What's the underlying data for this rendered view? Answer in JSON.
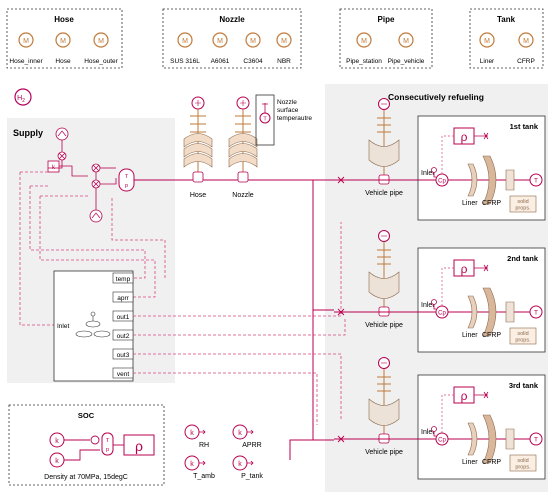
{
  "colors": {
    "wire": "#b8004f",
    "dashed": "#d9477f",
    "block": "#8b6a4e",
    "block_fill": "#f6e8dc",
    "symbol_magenta": "#b3005b",
    "gray_panel": "#f0f0f0",
    "copper": "#c07a3a"
  },
  "material_boxes": {
    "hose": {
      "title": "Hose",
      "items": [
        "Hose_inner",
        "Hose",
        "Hose_outer"
      ],
      "symbol": "M"
    },
    "nozzle": {
      "title": "Nozzle",
      "items": [
        "SUS 316L",
        "A6061",
        "C3604",
        "NBR"
      ],
      "symbol": "M"
    },
    "pipe": {
      "title": "Pipe",
      "items": [
        "Pipe_station",
        "Pipe_vehicle"
      ],
      "symbol": "M"
    },
    "tank": {
      "title": "Tank",
      "items": [
        "Liner",
        "CFRP"
      ],
      "symbol": "M"
    }
  },
  "medium": {
    "symbol": "H",
    "subscript": "2"
  },
  "supply": {
    "title": "Supply",
    "source_ports": [
      "temp",
      "aprr",
      "out1",
      "out2",
      "out3",
      "vent"
    ],
    "inlet_label": "Inlet",
    "k_label": "k",
    "tp_label": "T\np"
  },
  "hose_label": "Hose",
  "nozzle_label": "Nozzle",
  "nozzle_temp_label": [
    "Nozzle",
    "surface",
    "temperautre"
  ],
  "refuel": {
    "title": "Consecutively refueling",
    "tanks": [
      {
        "title": "1st tank",
        "pipe": "Vehicle pipe"
      },
      {
        "title": "2nd tank",
        "pipe": "Vehicle pipe"
      },
      {
        "title": "3rd tank",
        "pipe": "Vehicle pipe"
      }
    ],
    "inlet": "Inlet",
    "cp": "Cp",
    "liner": "Liner",
    "cfrp": "CFRP",
    "rho": "ρ",
    "solid_props": [
      "solid",
      "props."
    ],
    "t": "T"
  },
  "soc": {
    "title": "SOC",
    "caption": "Density at 70MPa, 15degC",
    "k": "k",
    "rho": "ρ"
  },
  "inputs": [
    {
      "symbol": "k",
      "label": "RH"
    },
    {
      "symbol": "k",
      "label": "APRR"
    },
    {
      "symbol": "k",
      "label": "T_amb"
    },
    {
      "symbol": "k",
      "label": "P_tank"
    }
  ]
}
